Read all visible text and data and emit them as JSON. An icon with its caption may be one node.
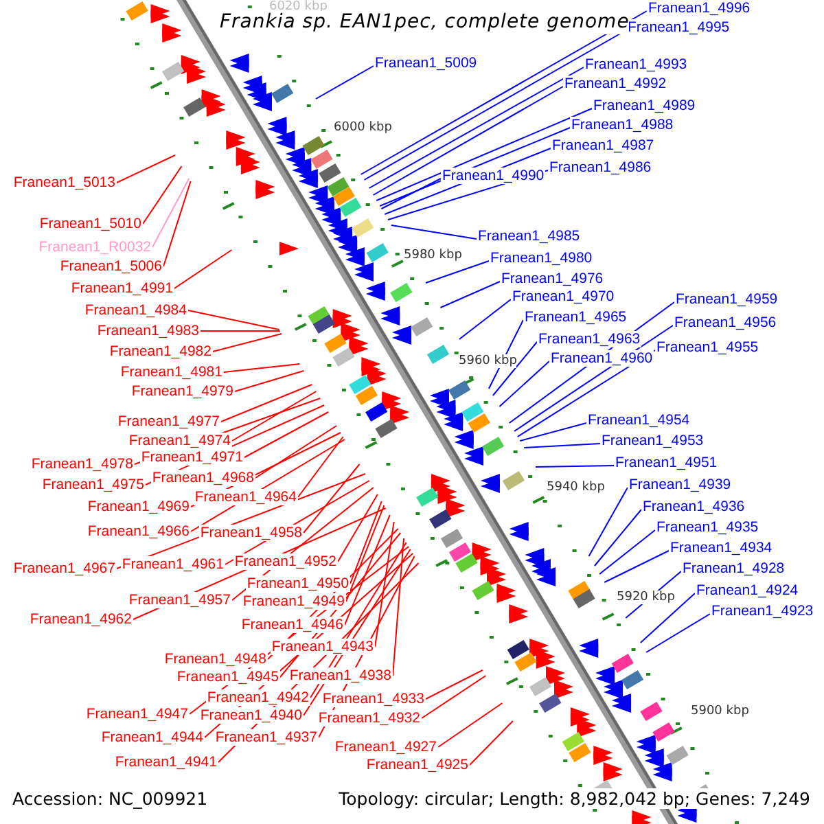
{
  "diagram": {
    "title": "Frankia sp. EAN1pec, complete genome",
    "nodes": [
      {
        "text": [
          "Franean1_4996"
        ]
      },
      {
        "text": [
          "Franean1_4995"
        ]
      },
      {
        "text": [
          "Franean1_5009"
        ]
      },
      {
        "text": [
          "Franean1_4993"
        ]
      },
      {
        "text": [
          "Franean1_4992"
        ]
      },
      {
        "text": [
          "Franean1_4989"
        ]
      },
      {
        "text": [
          "Franean1_4988"
        ]
      },
      {
        "text": [
          "Franean1_4987"
        ]
      },
      {
        "text": [
          "Franean1_4986"
        ]
      },
      {
        "text": [
          "Franean1_4990"
        ]
      },
      {
        "text": [
          "Franean1_5013"
        ]
      },
      {
        "text": [
          "Franean1_5010"
        ]
      },
      {
        "text": [
          "Franean1_4985"
        ]
      },
      {
        "text": [
          "Franean1_R0032"
        ]
      },
      {
        "text": [
          "Franean1_4980"
        ]
      },
      {
        "text": [
          "Franean1_5006"
        ]
      },
      {
        "text": [
          "Franean1_4976"
        ]
      },
      {
        "text": [
          "Franean1_4991"
        ]
      },
      {
        "text": [
          "Franean1_4970"
        ]
      },
      {
        "text": [
          "Franean1_4959"
        ]
      },
      {
        "text": [
          "Franean1_4984"
        ]
      },
      {
        "text": [
          "Franean1_4965"
        ]
      },
      {
        "text": [
          "Franean1_4956"
        ]
      },
      {
        "text": [
          "Franean1_4983"
        ]
      },
      {
        "text": [
          "Franean1_4963"
        ]
      },
      {
        "text": [
          "Franean1_4955"
        ]
      },
      {
        "text": [
          "Franean1_4982"
        ]
      },
      {
        "text": [
          "Franean1_4960"
        ]
      },
      {
        "text": [
          "Franean1_4981"
        ]
      },
      {
        "text": [
          "Franean1_4979"
        ]
      },
      {
        "text": [
          "Franean1_4954"
        ]
      },
      {
        "text": [
          "Franean1_4977"
        ]
      },
      {
        "text": [
          "Franean1_4974"
        ]
      },
      {
        "text": [
          "Franean1_4953"
        ]
      },
      {
        "text": [
          "Franean1_4971"
        ]
      },
      {
        "text": [
          "Franean1_4951"
        ]
      },
      {
        "text": [
          "Franean1_4978"
        ]
      },
      {
        "text": [
          "Franean1_4968"
        ]
      },
      {
        "text": [
          "Franean1_4975"
        ]
      },
      {
        "text": [
          "Franean1_4939"
        ]
      },
      {
        "text": [
          "Franean1_4964"
        ]
      },
      {
        "text": [
          "Franean1_4969"
        ]
      },
      {
        "text": [
          "Franean1_4936"
        ]
      },
      {
        "text": [
          "Franean1_4935"
        ]
      },
      {
        "text": [
          "Franean1_4966"
        ]
      },
      {
        "text": [
          "Franean1_4958"
        ]
      },
      {
        "text": [
          "Franean1_4934"
        ]
      },
      {
        "text": [
          "Franean1_4952"
        ]
      },
      {
        "text": [
          "Franean1_4961"
        ]
      },
      {
        "text": [
          "Franean1_4967"
        ]
      },
      {
        "text": [
          "Franean1_4928"
        ]
      },
      {
        "text": [
          "Franean1_4950"
        ]
      },
      {
        "text": [
          "Franean1_4924"
        ]
      },
      {
        "text": [
          "Franean1_4957"
        ]
      },
      {
        "text": [
          "Franean1_4949"
        ]
      },
      {
        "text": [
          "Franean1_4923"
        ]
      },
      {
        "text": [
          "Franean1_4962"
        ]
      },
      {
        "text": [
          "Franean1_4946"
        ]
      },
      {
        "text": [
          "Franean1_4943"
        ]
      },
      {
        "text": [
          "Franean1_4948"
        ]
      },
      {
        "text": [
          "Franean1_4938"
        ]
      },
      {
        "text": [
          "Franean1_4945"
        ]
      },
      {
        "text": [
          "Franean1_4942"
        ]
      },
      {
        "text": [
          "Franean1_4933"
        ]
      },
      {
        "text": [
          "Franean1_4947"
        ]
      },
      {
        "text": [
          "Franean1_4940"
        ]
      },
      {
        "text": [
          "Franean1_4932"
        ]
      },
      {
        "text": [
          "Franean1_4944"
        ]
      },
      {
        "text": [
          "Franean1_4937"
        ]
      },
      {
        "text": [
          "Franean1_4927"
        ]
      },
      {
        "text": [
          "Franean1_4941"
        ]
      },
      {
        "text": [
          "Franean1_4925"
        ]
      }
    ],
    "edges": [
      {
        "from": 0,
        "to": null,
        "arrow": "none",
        "color": "#0000ff"
      },
      {
        "from": 1,
        "to": null,
        "arrow": "none",
        "color": "#0000ff"
      },
      {
        "from": 2,
        "to": null,
        "arrow": "none",
        "color": "#0000ff"
      },
      {
        "from": 3,
        "to": null,
        "arrow": "none",
        "color": "#0000ff"
      },
      {
        "from": 4,
        "to": null,
        "arrow": "none",
        "color": "#0000ff"
      },
      {
        "from": 5,
        "to": null,
        "arrow": "none",
        "color": "#0000ff"
      },
      {
        "from": 6,
        "to": null,
        "arrow": "none",
        "color": "#0000ff"
      },
      {
        "from": 7,
        "to": null,
        "arrow": "none",
        "color": "#0000ff"
      },
      {
        "from": 8,
        "to": null,
        "arrow": "none",
        "color": "#0000ff"
      },
      {
        "from": 9,
        "to": null,
        "arrow": "none",
        "color": "#0000ff"
      },
      {
        "from": 10,
        "to": null,
        "arrow": "none"
      },
      {
        "from": 11,
        "to": null,
        "arrow": "none"
      },
      {
        "from": 12,
        "to": null,
        "arrow": "none",
        "color": "#0000ff"
      },
      {
        "from": 13,
        "to": null,
        "arrow": "none",
        "color": "#ff99cc"
      },
      {
        "from": 14,
        "to": null,
        "arrow": "none",
        "color": "#0000ff"
      },
      {
        "from": 15,
        "to": null,
        "arrow": "none"
      },
      {
        "from": 16,
        "to": null,
        "arrow": "none",
        "color": "#0000ff"
      },
      {
        "from": 17,
        "to": null,
        "arrow": "none"
      },
      {
        "from": 18,
        "to": null,
        "arrow": "none",
        "color": "#0000ff"
      },
      {
        "from": 19,
        "to": null,
        "arrow": "none",
        "color": "#0000ff"
      },
      {
        "from": 20,
        "to": null,
        "arrow": "none"
      },
      {
        "from": 21,
        "to": null,
        "arrow": "none",
        "color": "#0000ff"
      },
      {
        "from": 22,
        "to": null,
        "arrow": "none",
        "color": "#0000ff"
      },
      {
        "from": 23,
        "to": null,
        "arrow": "none"
      },
      {
        "from": 24,
        "to": null,
        "arrow": "none",
        "color": "#0000ff"
      },
      {
        "from": 25,
        "to": null,
        "arrow": "none",
        "color": "#0000ff"
      },
      {
        "from": 26,
        "to": null,
        "arrow": "none"
      },
      {
        "from": 27,
        "to": null,
        "arrow": "none",
        "color": "#0000ff"
      },
      {
        "from": 28,
        "to": null,
        "arrow": "none"
      },
      {
        "from": 29,
        "to": null,
        "arrow": "none"
      },
      {
        "from": 30,
        "to": null,
        "arrow": "none",
        "color": "#0000ff"
      },
      {
        "from": 31,
        "to": null,
        "arrow": "none"
      },
      {
        "from": 32,
        "to": null,
        "arrow": "none"
      },
      {
        "from": 33,
        "to": null,
        "arrow": "none",
        "color": "#0000ff"
      },
      {
        "from": 34,
        "to": null,
        "arrow": "none"
      },
      {
        "from": 35,
        "to": null,
        "arrow": "none",
        "color": "#0000ff"
      },
      {
        "from": 36,
        "to": null,
        "arrow": "none"
      },
      {
        "from": 37,
        "to": null,
        "arrow": "none"
      },
      {
        "from": 38,
        "to": null,
        "arrow": "none"
      },
      {
        "from": 39,
        "to": null,
        "arrow": "none",
        "color": "#0000ff"
      },
      {
        "from": 40,
        "to": null,
        "arrow": "none"
      },
      {
        "from": 41,
        "to": null,
        "arrow": "none"
      },
      {
        "from": 42,
        "to": null,
        "arrow": "none",
        "color": "#0000ff"
      },
      {
        "from": 43,
        "to": null,
        "arrow": "none",
        "color": "#0000ff"
      },
      {
        "from": 44,
        "to": null,
        "arrow": "none"
      },
      {
        "from": 45,
        "to": null,
        "arrow": "none"
      },
      {
        "from": 46,
        "to": null,
        "arrow": "none",
        "color": "#0000ff"
      },
      {
        "from": 47,
        "to": null,
        "arrow": "none"
      },
      {
        "from": 48,
        "to": null,
        "arrow": "none"
      },
      {
        "from": 49,
        "to": null,
        "arrow": "none"
      },
      {
        "from": 50,
        "to": null,
        "arrow": "none",
        "color": "#0000ff"
      },
      {
        "from": 51,
        "to": null,
        "arrow": "none"
      },
      {
        "from": 52,
        "to": null,
        "arrow": "none",
        "color": "#0000ff"
      },
      {
        "from": 53,
        "to": null,
        "arrow": "none"
      },
      {
        "from": 54,
        "to": null,
        "arrow": "none"
      },
      {
        "from": 55,
        "to": null,
        "arrow": "none",
        "color": "#0000ff"
      },
      {
        "from": 56,
        "to": null,
        "arrow": "none"
      },
      {
        "from": 57,
        "to": null,
        "arrow": "none"
      },
      {
        "from": 58,
        "to": null,
        "arrow": "none"
      },
      {
        "from": 59,
        "to": null,
        "arrow": "none"
      },
      {
        "from": 60,
        "to": null,
        "arrow": "none"
      },
      {
        "from": 61,
        "to": null,
        "arrow": "none"
      },
      {
        "from": 62,
        "to": null,
        "arrow": "none"
      },
      {
        "from": 63,
        "to": null,
        "arrow": "none"
      },
      {
        "from": 64,
        "to": null,
        "arrow": "none"
      },
      {
        "from": 65,
        "to": null,
        "arrow": "none"
      },
      {
        "from": 66,
        "to": null,
        "arrow": "none"
      },
      {
        "from": 67,
        "to": null,
        "arrow": "none"
      },
      {
        "from": 68,
        "to": null,
        "arrow": "none"
      },
      {
        "from": 69,
        "to": null,
        "arrow": "none"
      },
      {
        "from": 70,
        "to": null,
        "arrow": "none"
      },
      {
        "from": 71,
        "to": null,
        "arrow": "none"
      }
    ],
    "labels": [
      "6020 kbp",
      "6000 kbp",
      "5980 kbp",
      "5960 kbp",
      "5940 kbp",
      "5920 kbp",
      "5900 kbp",
      "Accession: NC_009921",
      "Topology: circular; Length: 8,982,042 bp; Genes: 7,249"
    ]
  }
}
